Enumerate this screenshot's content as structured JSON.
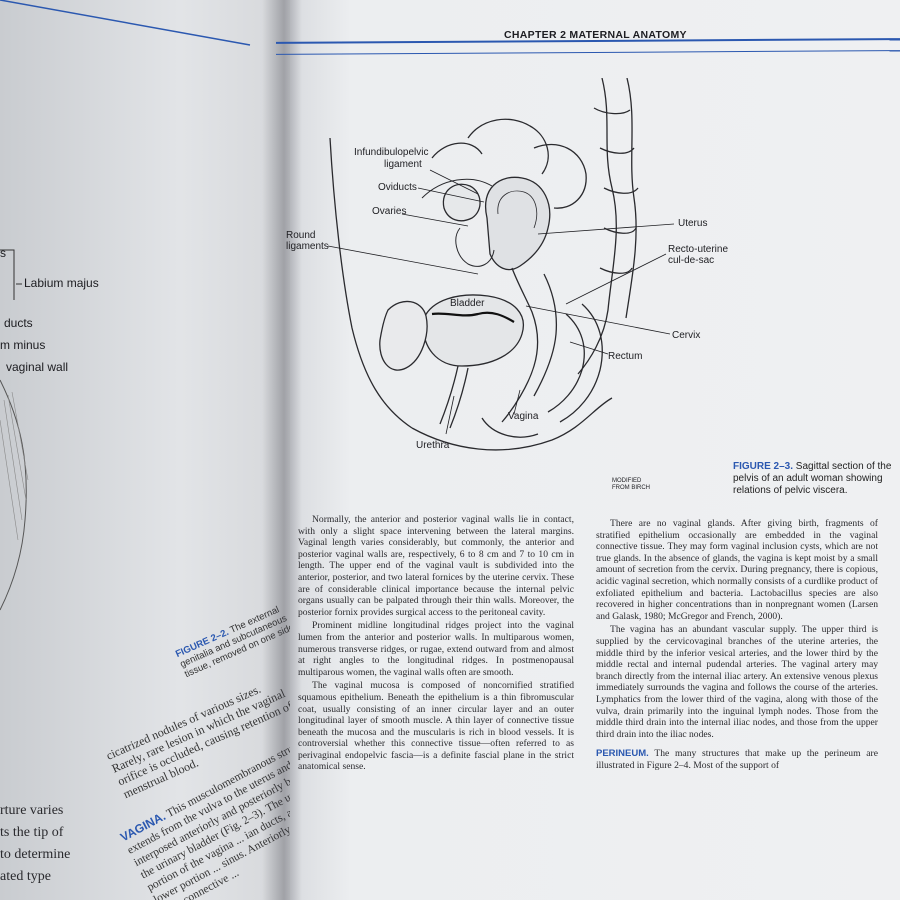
{
  "header": {
    "chapter_title": "CHAPTER 2 MATERNAL ANATOMY"
  },
  "figure": {
    "labels": {
      "infundibulopelvic_1": "Infundibulopelvic",
      "infundibulopelvic_2": "ligament",
      "oviducts": "Oviducts",
      "ovaries": "Ovaries",
      "round_1": "Round",
      "round_2": "ligaments",
      "uterus": "Uterus",
      "recto_uterine_1": "Recto-uterine",
      "recto_uterine_2": "cul-de-sac",
      "bladder": "Bladder",
      "cervix": "Cervix",
      "rectum": "Rectum",
      "vagina": "Vagina",
      "urethra": "Urethra",
      "modified_1": "MODIFIED",
      "modified_2": "FROM BIRCH"
    },
    "caption_label": "FIGURE 2–3.",
    "caption_text": " Sagittal section of the pelvis of an adult woman showing relations of pelvic viscera."
  },
  "col1": {
    "p1": "Normally, the anterior and posterior vaginal walls lie in contact, with only a slight space intervening between the lateral margins. Vaginal length varies considerably, but commonly, the anterior and posterior vaginal walls are, respectively, 6 to 8 cm and 7 to 10 cm in length. The upper end of the vaginal vault is subdivided into the anterior, posterior, and two lateral fornices by the uterine cervix. These are of considerable clinical importance because the internal pelvic organs usually can be palpated through their thin walls. Moreover, the posterior fornix provides surgical access to the peritoneal cavity.",
    "p2": "Prominent midline longitudinal ridges project into the vaginal lumen from the anterior and posterior walls. In multiparous women, numerous transverse ridges, or rugae, extend outward from and almost at right angles to the longitudinal ridges. In postmenopausal multiparous women, the vaginal walls often are smooth.",
    "p3": "The vaginal mucosa is composed of noncornified stratified squamous epithelium. Beneath the epithelium is a thin fibromuscular coat, usually consisting of an inner circular layer and an outer longitudinal layer of smooth muscle. A thin layer of connective tissue beneath the mucosa and the muscularis is rich in blood vessels. It is controversial whether this connective tissue—often referred to as perivaginal endopelvic fascia—is a definite fascial plane in the strict anatomical sense."
  },
  "col2": {
    "p1": "There are no vaginal glands. After giving birth, fragments of stratified epithelium occasionally are embedded in the vaginal connective tissue. They may form vaginal inclusion cysts, which are not true glands. In the absence of glands, the vagina is kept moist by a small amount of secretion from the cervix. During pregnancy, there is copious, acidic vaginal secretion, which normally consists of a curdlike product of exfoliated epithelium and bacteria. Lactobacillus species are also recovered in higher concentrations than in nonpregnant women (Larsen and Galask, 1980; McGregor and French, 2000).",
    "p2": "The vagina has an abundant vascular supply. The upper third is supplied by the cervicovaginal branches of the uterine arteries, the middle third by the inferior vesical arteries, and the lower third by the middle rectal and internal pudendal arteries. The vaginal artery may branch directly from the internal iliac artery. An extensive venous plexus immediately surrounds the vagina and follows the course of the arteries. Lymphatics from the lower third of the vagina, along with those of the vulva, drain primarily into the inguinal lymph nodes. Those from the middle third drain into the internal iliac nodes, and those from the upper third drain into the iliac nodes.",
    "perineum_head": "PERINEUM.",
    "perineum_text": " The many structures that make up the perineum are illustrated in Figure 2–4. Most of the support of"
  },
  "left_page": {
    "labels": {
      "s": "s",
      "labium": "Labium majus",
      "ducts": "ducts",
      "minus": "m minus",
      "wall": "vaginal wall"
    },
    "caption_label": "FIGURE 2–2.",
    "caption_text": " The external genitalia and subcutaneous tissue, removed on one side.",
    "text": "cicatrized nodules of various sizes. Rarely, rare lesion in which the vaginal orifice is occluded, causing retention of menstrual blood.",
    "vagina_head": "VAGINA.",
    "vagina_text": " This musculomembranous structure extends from the vulva to the uterus and is interposed anteriorly and posteriorly between the urinary bladder (Fig. 2–3). The upper portion of the vagina ... ian ducts, and the lower portion ... sinus. Anteriorly, the vagina is ... by connective ...",
    "edge_lines": [
      "rture varies",
      "ts the tip of",
      "",
      "to determine",
      "ated type"
    ]
  }
}
